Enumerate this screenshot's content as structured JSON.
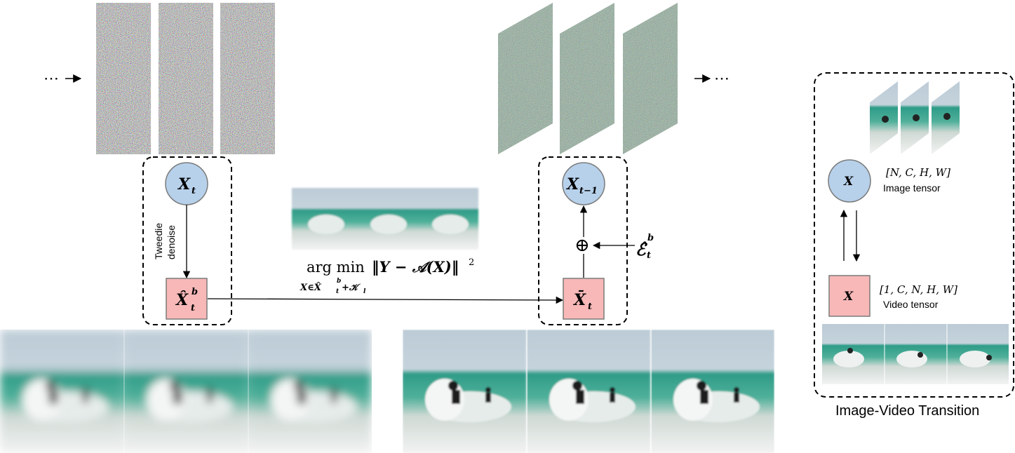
{
  "colors": {
    "node_blue": "#b7d1eb",
    "node_blue_stroke": "#7a7a7a",
    "node_pink": "#f8b8b8",
    "node_pink_stroke": "#7a7a7a",
    "sea_green": "#3fa58f",
    "sky": "#b9c9d6",
    "foam": "#eef0ef"
  },
  "flow": {
    "ellipsis_left": "⋯",
    "ellipsis_right": "⋯"
  },
  "left_block": {
    "node_top": "X",
    "node_top_sub": "t",
    "denoise_label_line1": "Tweedie",
    "denoise_label_line2": "denoise",
    "node_bottom": "X̂",
    "node_bottom_sup": "b",
    "node_bottom_sub": "t"
  },
  "right_block": {
    "node_top": "X",
    "node_top_sub": "t−1",
    "node_bottom": "X̄",
    "node_bottom_sub": "t",
    "plus_symbol": "⊕",
    "noise_term": "ℰ̂",
    "noise_sup": "b",
    "noise_sub": "t"
  },
  "objective": {
    "operator": "arg min",
    "norm_expr": "‖Y − 𝒜(X)‖",
    "power": "2",
    "constraint": "X∈X̂",
    "constraint_sup": "b",
    "constraint_sub": "t",
    "constraint_tail": "+𝒦",
    "constraint_tail_sub": "l"
  },
  "transition_panel": {
    "image_node": "X",
    "image_shape": "[N, C, H, W]",
    "image_label": "Image tensor",
    "video_node": "X",
    "video_shape": "[1, C, N, H, W]",
    "video_label": "Video tensor",
    "caption": "Image-Video Transition"
  }
}
